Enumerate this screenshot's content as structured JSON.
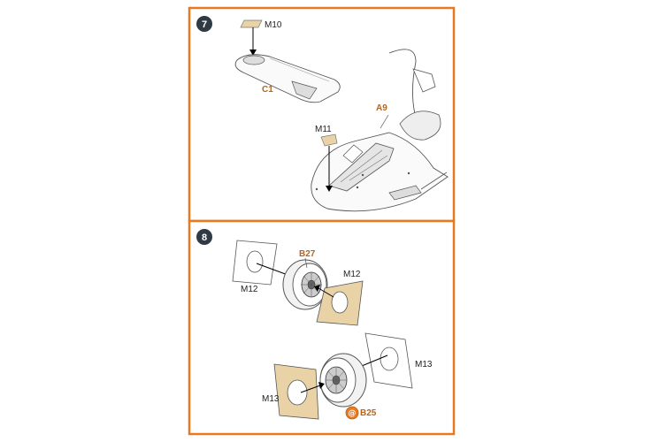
{
  "steps": [
    {
      "number": "7",
      "labels": {
        "m10": "M10",
        "c1": "C1",
        "a9": "A9",
        "m11": "M11"
      }
    },
    {
      "number": "8",
      "labels": {
        "b27": "B27",
        "m12_left": "M12",
        "m12_right": "M12",
        "m13_right": "M13",
        "m13_left": "M13",
        "b25": "B25"
      }
    }
  ],
  "colors": {
    "frame": "#e8791e",
    "badge": "#2f3a44",
    "mask": "#e9d2a5",
    "part_label": "#b5651d"
  },
  "icons": {
    "b25_badge": "photo-etch-marker-icon"
  }
}
